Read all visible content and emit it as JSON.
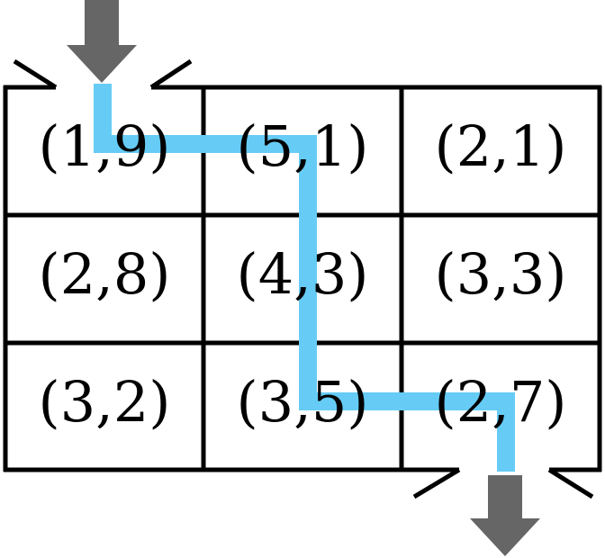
{
  "grid": {
    "rows": 3,
    "cols": 3,
    "cells": [
      [
        "(1,9)",
        "(5,1)",
        "(2,1)"
      ],
      [
        "(2,8)",
        "(4,3)",
        "(3,3)"
      ],
      [
        "(3,2)",
        "(3,5)",
        "(2,7)"
      ]
    ]
  },
  "colors": {
    "grid_line": "#000000",
    "path": "#66ccf5",
    "arrow": "#666666",
    "background": "#ffffff"
  },
  "path": {
    "cells": [
      [
        0,
        0
      ],
      [
        0,
        1
      ],
      [
        1,
        1
      ],
      [
        2,
        1
      ],
      [
        2,
        2
      ]
    ],
    "entry": "top of cell (0,0)",
    "exit": "bottom of cell (2,2)"
  },
  "icons": {
    "entry": "down-arrow-icon",
    "exit": "down-arrow-icon"
  }
}
